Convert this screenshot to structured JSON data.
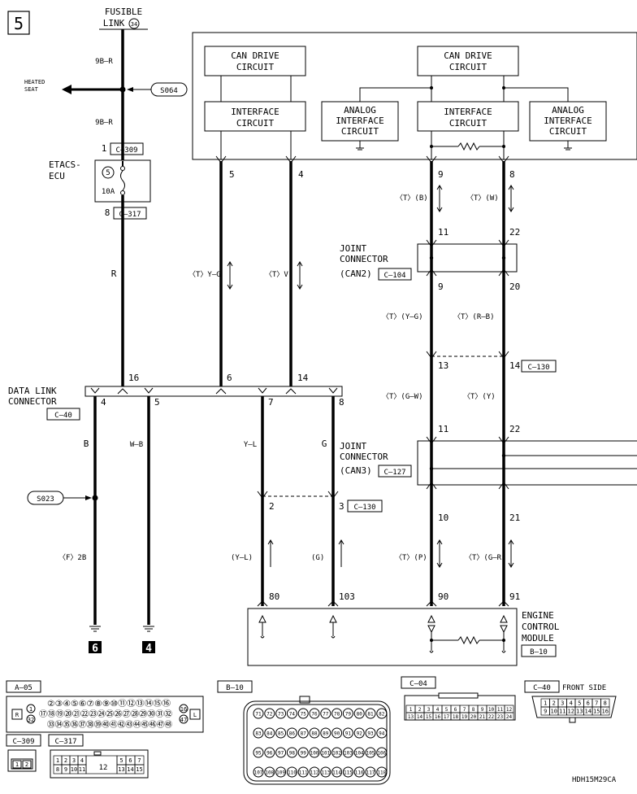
{
  "page_number": "5",
  "fusible_link": {
    "line1": "FUSIBLE",
    "line2": "LINK",
    "num": "34"
  },
  "heated_seat": {
    "line1": "HEATED",
    "line2": "SEAT"
  },
  "splice_s064": "S064",
  "splice_s023": "S023",
  "wire_9br_top": "9B–R",
  "wire_9br_mid": "9B–R",
  "etacs": {
    "line1": "ETACS-",
    "line2": "ECU",
    "fuse_num": "5",
    "fuse_amp": "10A"
  },
  "c309_pin": "1",
  "c309": "C–309",
  "c317_pin": "8",
  "c317": "C–317",
  "wire_r": "R",
  "can_drive_1": {
    "line1": "CAN DRIVE",
    "line2": "CIRCUIT"
  },
  "can_drive_2": {
    "line1": "CAN DRIVE",
    "line2": "CIRCUIT"
  },
  "interface_1": {
    "line1": "INTERFACE",
    "line2": "CIRCUIT"
  },
  "interface_2": {
    "line1": "INTERFACE",
    "line2": "CIRCUIT"
  },
  "analog_1": {
    "line1": "ANALOG",
    "line2": "INTERFACE",
    "line3": "CIRCUIT"
  },
  "analog_2": {
    "line1": "ANALOG",
    "line2": "INTERFACE",
    "line3": "CIRCUIT"
  },
  "etacs_pins": {
    "p5": "5",
    "p4": "4",
    "p9": "9",
    "p8": "8"
  },
  "wire_tyg": "〈T〉Y–G",
  "wire_tv": "〈T〉V",
  "wire_tb": "〈T〉(B)",
  "wire_tw": "〈T〉(W)",
  "jc_can2": {
    "line1": "JOINT",
    "line2": "CONNECTOR",
    "line3": "(CAN2)",
    "conn": "C–104",
    "p11": "11",
    "p22": "22",
    "p9": "9",
    "p20": "20"
  },
  "wire_t_yg": "〈T〉(Y–G)",
  "wire_t_rb": "〈T〉(R–B)",
  "c130_top": {
    "p13": "13",
    "p14": "14",
    "conn": "C–130"
  },
  "wire_t_gw": "〈T〉(G–W)",
  "wire_t_y": "〈T〉(Y)",
  "dlc": {
    "line1": "DATA LINK",
    "line2": "CONNECTOR",
    "conn": "C–40",
    "p16": "16",
    "p6": "6",
    "p14": "14",
    "p4": "4",
    "p5": "5",
    "p7": "7",
    "p8": "8"
  },
  "jc_can3": {
    "line1": "JOINT",
    "line2": "CONNECTOR",
    "line3": "(CAN3)",
    "conn": "C–127",
    "p11": "11",
    "p22": "22",
    "p10": "10",
    "p21": "21"
  },
  "wire_b": "B",
  "wire_wb": "W–B",
  "wire_yl": "Y–L",
  "wire_g": "G",
  "c130_bot": {
    "p2": "2",
    "p3": "3",
    "conn": "C–130"
  },
  "wire_f2b": "〈F〉2B",
  "wire_yl2": "(Y–L)",
  "wire_g2": "(G)",
  "wire_t_p": "〈T〉(P)",
  "wire_t_gr": "〈T〉(G–R)",
  "ecm": {
    "line1": "ENGINE",
    "line2": "CONTROL",
    "line3": "MODULE",
    "conn": "B–10",
    "p80": "80",
    "p103": "103",
    "p90": "90",
    "p91": "91"
  },
  "ground_6": "6",
  "ground_4": "4",
  "conn_a05": "A–05",
  "conn_b10": "B–10",
  "conn_c04": "C–04",
  "conn_c40": "C–40",
  "front_side": "FRONT SIDE",
  "conn_c309": "C–309",
  "conn_c317": "C–317",
  "a05_r": "R",
  "a05_l": "L",
  "a05_row1": "②③④⑤⑥⑦⑧⑨⑩⑪⑫⑬⑭⑮⑯",
  "a05_row2": "⑰⑱⑲⑳㉑㉒㉓㉔㉕㉖㉗㉘㉙㉚㉛㉜",
  "a05_row3": "㉝㉞㉟㊱㊲㊳㊴㊵㊶㊷㊸㊹㊺㊻㊼㊽",
  "a05_p1": "1",
  "a05_p32": "32",
  "a05_p16": "16",
  "a05_p47": "47",
  "b10_rows": [
    [
      "71",
      "72",
      "73",
      "74",
      "75",
      "76",
      "77",
      "78",
      "79",
      "80",
      "81",
      "82"
    ],
    [
      "83",
      "84",
      "85",
      "86",
      "87",
      "88",
      "89",
      "90",
      "91",
      "92",
      "93",
      "94"
    ],
    [
      "95",
      "96",
      "97",
      "98",
      "99",
      "100",
      "101",
      "102",
      "103",
      "104",
      "105",
      "106"
    ],
    [
      "107",
      "108",
      "109",
      "110",
      "111",
      "112",
      "113",
      "114",
      "115",
      "116",
      "117",
      "118"
    ]
  ],
  "c04_row1": [
    "1",
    "2",
    "3",
    "4",
    "5",
    "6",
    "7",
    "8",
    "9",
    "10",
    "11",
    "12"
  ],
  "c04_row2": [
    "13",
    "14",
    "15",
    "16",
    "17",
    "18",
    "19",
    "20",
    "21",
    "22",
    "23",
    "24"
  ],
  "c40_row1": [
    "1",
    "2",
    "3",
    "4",
    "5",
    "6",
    "7",
    "8"
  ],
  "c40_row2": [
    "9",
    "10",
    "11",
    "12",
    "13",
    "14",
    "15",
    "16"
  ],
  "c309_pins": [
    "1",
    "2"
  ],
  "c317_row1": [
    "1",
    "2",
    "3",
    "4",
    "5",
    "6",
    "7"
  ],
  "c317_row2": [
    "8",
    "9",
    "10",
    "11",
    "13",
    "14",
    "15"
  ],
  "c317_mid": "12",
  "code": "HDH15M29CA"
}
